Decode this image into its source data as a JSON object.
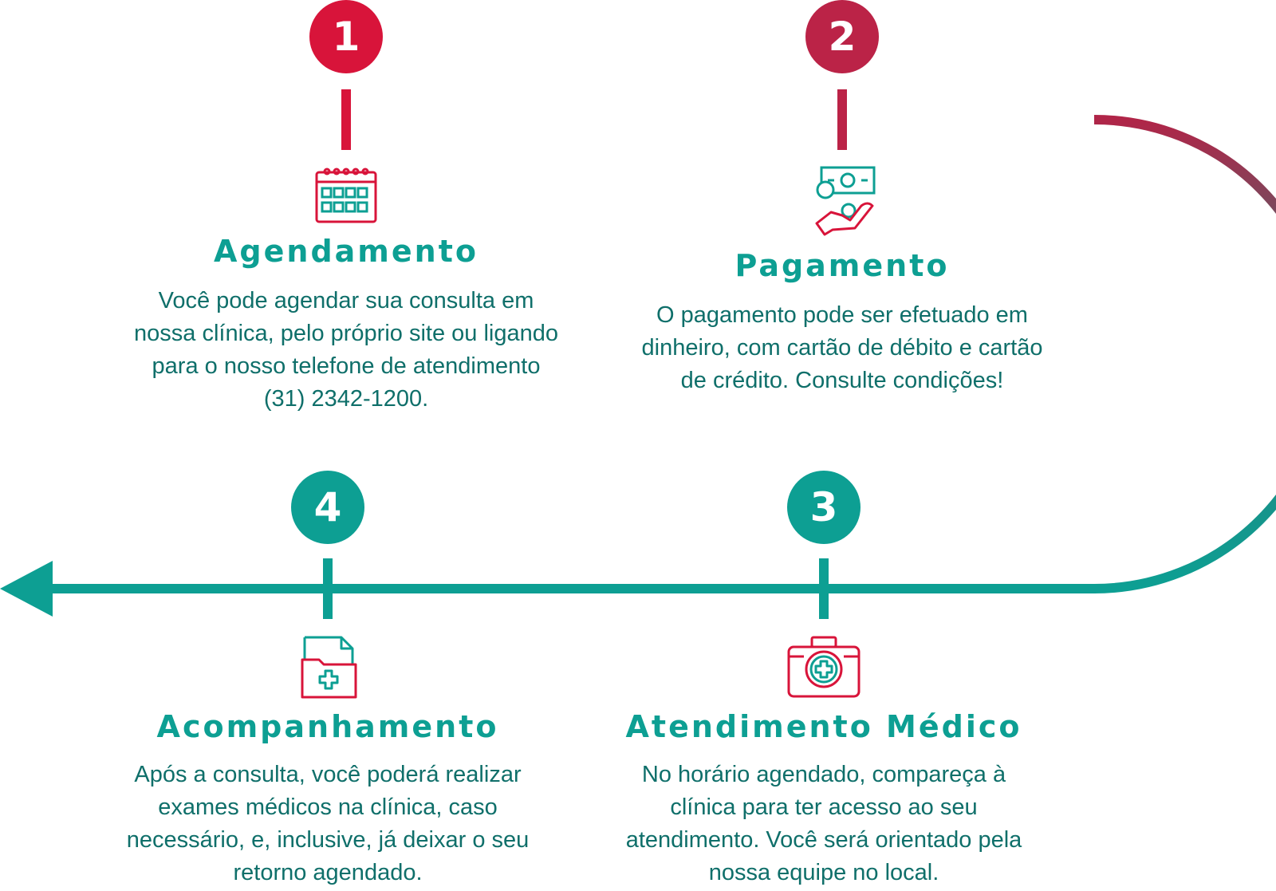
{
  "colors": {
    "red": "#d8143a",
    "red_dark": "#bb2347",
    "teal": "#0d9f93",
    "text_teal": "#0f6f6a"
  },
  "steps": [
    {
      "number": "1",
      "title": "Agendamento",
      "icon": "calendar-icon",
      "description": "Você pode agendar sua consulta em nossa clínica, pelo próprio site ou ligando para o nosso telefone de atendimento (31) 2342-1200."
    },
    {
      "number": "2",
      "title": "Pagamento",
      "icon": "money-hand-icon",
      "description": "O pagamento pode ser efetuado em dinheiro, com cartão de débito e cartão de crédito. Consulte condições!"
    },
    {
      "number": "3",
      "title": "Atendimento Médico",
      "icon": "medical-kit-icon",
      "description": "No horário agendado, compareça à clínica para ter acesso ao seu atendimento. Você será orientado pela nossa equipe no local."
    },
    {
      "number": "4",
      "title": "Acompanhamento",
      "icon": "medical-folder-icon",
      "description": "Após a consulta, você poderá realizar exames médicos na clínica, caso necessário, e, inclusive, já deixar o seu retorno agendado."
    }
  ]
}
